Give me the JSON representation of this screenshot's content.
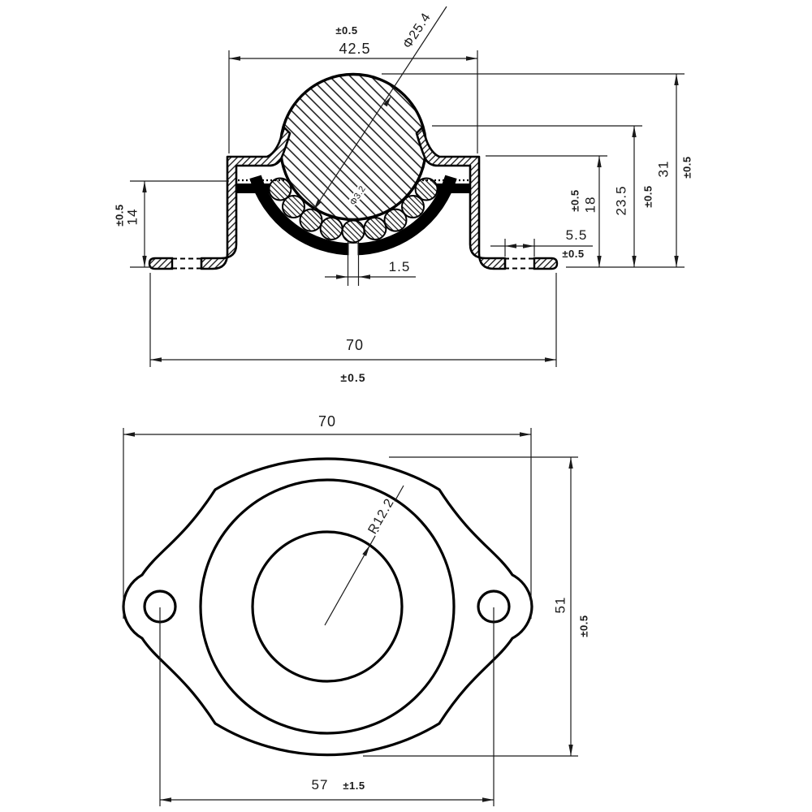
{
  "drawing": {
    "section_view": {
      "width_top": {
        "value": "42.5",
        "tol": "±0.5"
      },
      "ball_dia": "Φ25.4",
      "small_ball_dia": "Φ3.2",
      "height_overall": {
        "value": "31",
        "tol": "±0.5"
      },
      "height_ball_seat": {
        "value": "23.5",
        "tol": "±0.5"
      },
      "height_housing": {
        "value": "18",
        "tol": "±0.5"
      },
      "hole_width": {
        "value": "5.5",
        "tol": "±0.5"
      },
      "height_flange": {
        "value": "14",
        "tol": "±0.5"
      },
      "slot_width": "1.5",
      "base_width": {
        "value": "70",
        "tol": "±0.5"
      }
    },
    "plan_view": {
      "overall_width": "70",
      "overall_height": {
        "value": "51",
        "tol": "±0.5"
      },
      "hole_spacing": {
        "value": "57",
        "tol": "±1.5"
      },
      "opening_radius": "R12.2"
    }
  }
}
